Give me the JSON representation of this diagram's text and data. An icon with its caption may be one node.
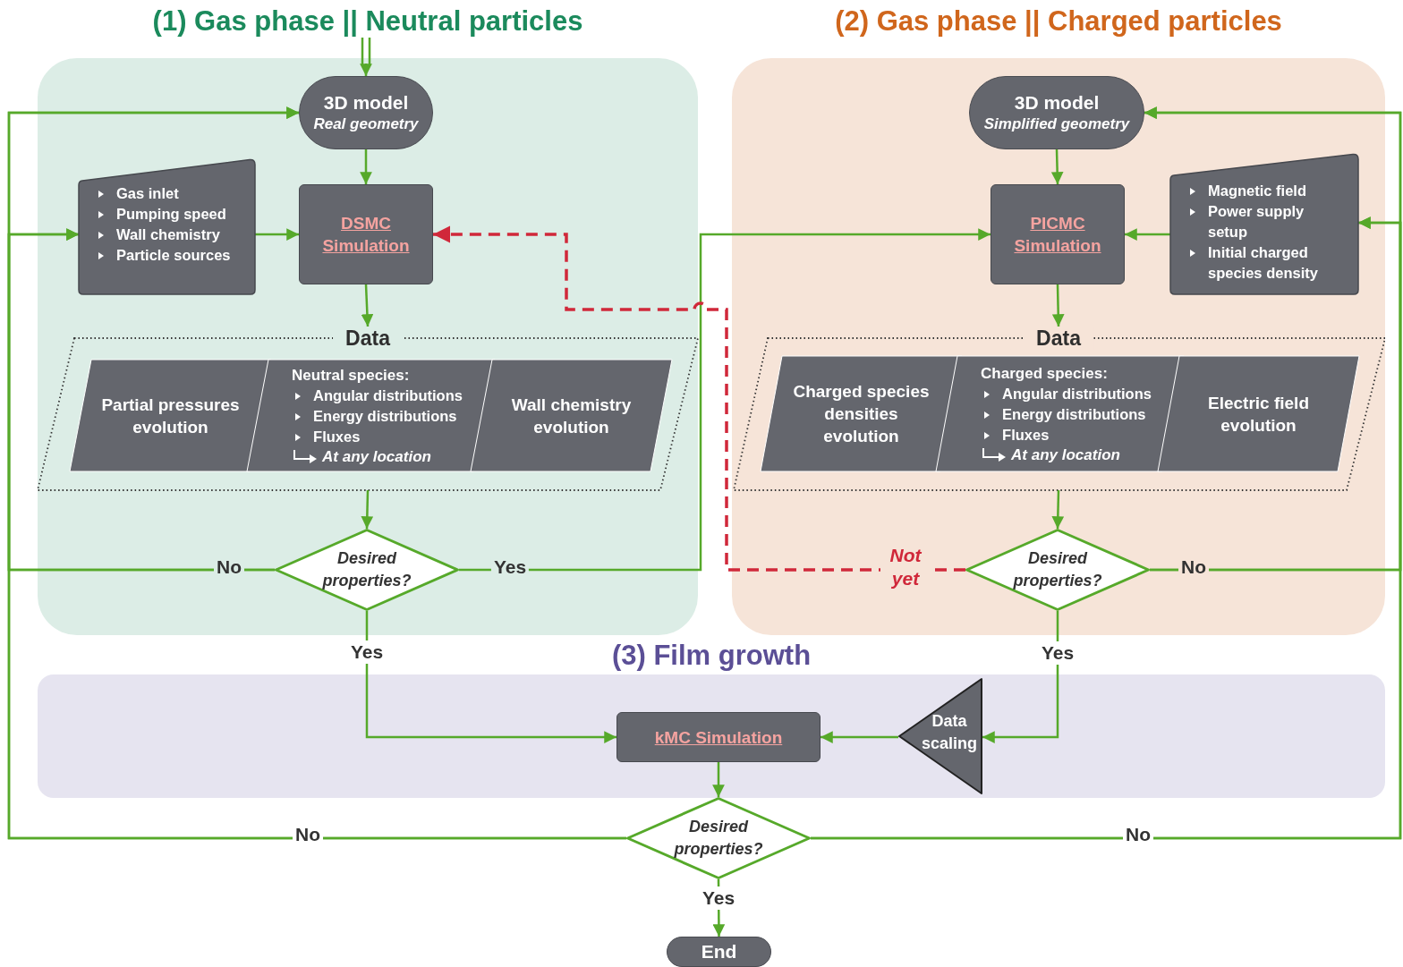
{
  "diagram": {
    "nodes": [
      {
        "text": [
          "(1) Gas phase || Neutral particles"
        ]
      },
      {
        "text": [
          "(2) Gas phase || Charged particles"
        ]
      },
      {
        "text": [
          "(3) Film growth"
        ]
      },
      {
        "text": [
          "3D model",
          "Real geometry"
        ],
        "in": 0
      },
      {
        "text": [
          "Gas inlet",
          "Pumping speed",
          "Wall chemistry",
          "Particle sources"
        ],
        "in": 0
      },
      {
        "text": [
          "DSMC Simulation"
        ],
        "in": 0
      },
      {
        "text": [
          "Data"
        ],
        "in": 0
      },
      {
        "text": [
          "Partial pressures evolution"
        ],
        "in": 6
      },
      {
        "text": [
          "Neutral species:",
          "Angular distributions",
          "Energy distributions",
          "Fluxes",
          "At any location"
        ],
        "in": 6
      },
      {
        "text": [
          "Wall chemistry evolution"
        ],
        "in": 6
      },
      {
        "text": [
          "Desired properties?"
        ],
        "in": 0
      },
      {
        "text": [
          "3D model",
          "Simplified geometry"
        ],
        "in": 1
      },
      {
        "text": [
          "PICMC Simulation"
        ],
        "in": 1
      },
      {
        "text": [
          "Magnetic field",
          "Power supply setup",
          "Initial charged species density"
        ],
        "in": 1
      },
      {
        "text": [
          "Data"
        ],
        "in": 1
      },
      {
        "text": [
          "Charged species densities evolution"
        ],
        "in": 14
      },
      {
        "text": [
          "Charged species:",
          "Angular distributions",
          "Energy distributions",
          "Fluxes",
          "At any location"
        ],
        "in": 14
      },
      {
        "text": [
          "Electric field evolution"
        ],
        "in": 14
      },
      {
        "text": [
          "Desired properties?"
        ],
        "in": 1
      },
      {
        "text": [
          "kMC Simulation"
        ],
        "in": 2
      },
      {
        "text": [
          "Data scaling"
        ],
        "in": 2
      },
      {
        "text": [
          "Desired properties?"
        ]
      },
      {
        "text": [
          "End"
        ]
      }
    ],
    "edges": [
      {
        "from": null,
        "to": 3,
        "arrow": "to"
      },
      {
        "from": 3,
        "to": 5,
        "arrow": "to"
      },
      {
        "from": 4,
        "to": 5,
        "arrow": "to"
      },
      {
        "from": 5,
        "to": 6,
        "arrow": "to"
      },
      {
        "from": 6,
        "to": 10,
        "arrow": "to"
      },
      {
        "from": 10,
        "to": 3,
        "arrow": "to",
        "label": "No"
      },
      {
        "from": 10,
        "to": 4,
        "arrow": "to"
      },
      {
        "from": 10,
        "to": 12,
        "arrow": "to",
        "label": "Yes"
      },
      {
        "from": 10,
        "to": 19,
        "arrow": "to",
        "label": "Yes"
      },
      {
        "from": 11,
        "to": 12,
        "arrow": "to"
      },
      {
        "from": 13,
        "to": 12,
        "arrow": "to"
      },
      {
        "from": 12,
        "to": 14,
        "arrow": "to"
      },
      {
        "from": 14,
        "to": 18,
        "arrow": "to"
      },
      {
        "from": 18,
        "to": 5,
        "arrow": "to",
        "label": "Not yet",
        "style": "dashed",
        "color": "#d0283a"
      },
      {
        "from": 18,
        "to": 11,
        "arrow": "to",
        "label": "No"
      },
      {
        "from": 18,
        "to": 13,
        "arrow": "to"
      },
      {
        "from": 18,
        "to": 20,
        "arrow": "to",
        "label": "Yes"
      },
      {
        "from": 20,
        "to": 19,
        "arrow": "to"
      },
      {
        "from": 19,
        "to": 21,
        "arrow": "to"
      },
      {
        "from": 21,
        "to": 22,
        "arrow": "to",
        "label": "Yes"
      },
      {
        "from": 21,
        "to": 3,
        "arrow": "to",
        "label": "No"
      },
      {
        "from": 21,
        "to": 4,
        "arrow": "to"
      },
      {
        "from": 21,
        "to": 11,
        "arrow": "to",
        "label": "No"
      },
      {
        "from": 21,
        "to": 13,
        "arrow": "to"
      }
    ]
  }
}
